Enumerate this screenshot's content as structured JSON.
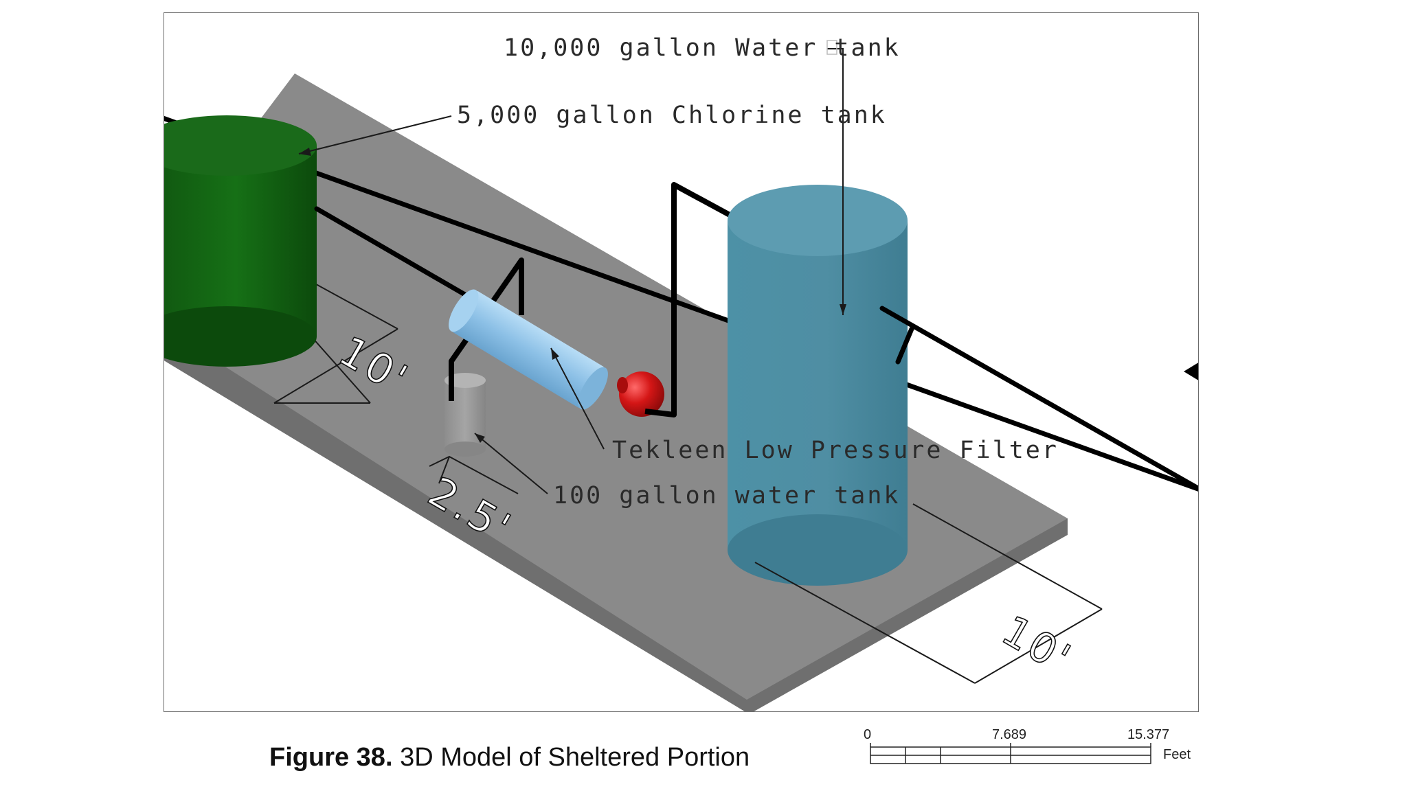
{
  "labels": {
    "water_tank_10000": "10,000 gallon Water tank",
    "chlorine_tank": "5,000 gallon Chlorine tank",
    "filter": "Tekleen Low Pressure Filter",
    "water_tank_100": "100 gallon water tank"
  },
  "dimensions": {
    "left": "10'",
    "small": "2.5'",
    "right": "10'"
  },
  "caption": {
    "figure_number": "Figure 38.",
    "text": "3D Model of Sheltered Portion"
  },
  "scale_bar": {
    "tick_0": "0",
    "tick_mid": "7.689",
    "tick_max": "15.377",
    "unit": "Feet"
  },
  "colors": {
    "slab_top": "#8a8a8a",
    "chlorine_tank": "#1a6a1a",
    "water_tank": "#5599ac",
    "filter": "#8fc3e8",
    "valve": "#cc1a1a",
    "small_tank": "#9a9a9a"
  }
}
